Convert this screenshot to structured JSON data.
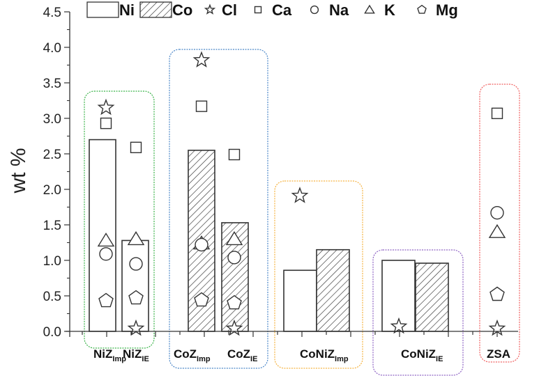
{
  "chart_data": {
    "type": "bar",
    "title": "",
    "xlabel": "",
    "ylabel": "wt %",
    "ylim": [
      0,
      4.5
    ],
    "yticks": [
      "0.0",
      "0.5",
      "1.0",
      "1.5",
      "2.0",
      "2.5",
      "3.0",
      "3.5",
      "4.0",
      "4.5"
    ],
    "grid": false,
    "legend_position": "top",
    "legend": [
      {
        "key": "Ni",
        "label": "Ni",
        "marker": "bar-open"
      },
      {
        "key": "Co",
        "label": "Co",
        "marker": "bar-hatched"
      },
      {
        "key": "Cl",
        "label": "Cl",
        "marker": "star"
      },
      {
        "key": "Ca",
        "label": "Ca",
        "marker": "square"
      },
      {
        "key": "Na",
        "label": "Na",
        "marker": "circle"
      },
      {
        "key": "K",
        "label": "K",
        "marker": "triangle"
      },
      {
        "key": "Mg",
        "label": "Mg",
        "marker": "pentagon"
      }
    ],
    "groups": [
      {
        "name": "NiZ_Imp",
        "label": "NiZ",
        "sub": "Imp",
        "box_color": "#3cb44b",
        "bars": [
          {
            "metal": "Ni",
            "value": 2.7
          }
        ],
        "markers": {
          "Cl": 3.15,
          "Ca": 2.93,
          "K": 1.28,
          "Na": 1.09,
          "Mg": 0.43
        }
      },
      {
        "name": "NiZ_IE",
        "label": "NiZ",
        "sub": "IE",
        "box_color": "#3cb44b",
        "bars": [
          {
            "metal": "Ni",
            "value": 1.28
          }
        ],
        "markers": {
          "Ca": 2.59,
          "K": 1.3,
          "Na": 0.95,
          "Mg": 0.47,
          "Cl": 0.04
        }
      },
      {
        "name": "CoZ_Imp",
        "label": "CoZ",
        "sub": "Imp",
        "box_color": "#4a86c8",
        "bars": [
          {
            "metal": "Co",
            "value": 2.55
          }
        ],
        "markers": {
          "Cl": 3.82,
          "Ca": 3.17,
          "K": 1.24,
          "Na": 1.22,
          "Mg": 0.44
        }
      },
      {
        "name": "CoZ_IE",
        "label": "CoZ",
        "sub": "IE",
        "box_color": "#4a86c8",
        "bars": [
          {
            "metal": "Co",
            "value": 1.53
          }
        ],
        "markers": {
          "Ca": 2.49,
          "K": 1.3,
          "Na": 1.04,
          "Mg": 0.4,
          "Cl": 0.04
        }
      },
      {
        "name": "CoNiZ_Imp",
        "label": "CoNiZ",
        "sub": "Imp",
        "box_color": "#f5b342",
        "bars": [
          {
            "metal": "Ni",
            "value": 0.86
          },
          {
            "metal": "Co",
            "value": 1.15
          }
        ],
        "markers": {
          "Cl": 1.91
        }
      },
      {
        "name": "CoNiZ_IE",
        "label": "CoNiZ",
        "sub": "IE",
        "box_color": "#8e63c4",
        "bars": [
          {
            "metal": "Ni",
            "value": 1.0
          },
          {
            "metal": "Co",
            "value": 0.96
          }
        ],
        "markers": {
          "Cl": 0.07
        }
      },
      {
        "name": "ZSA",
        "label": "ZSA",
        "sub": "",
        "box_color": "#f06060",
        "bars": [],
        "markers": {
          "Ca": 3.07,
          "Na": 1.67,
          "K": 1.4,
          "Mg": 0.52,
          "Cl": 0.04
        }
      }
    ]
  }
}
